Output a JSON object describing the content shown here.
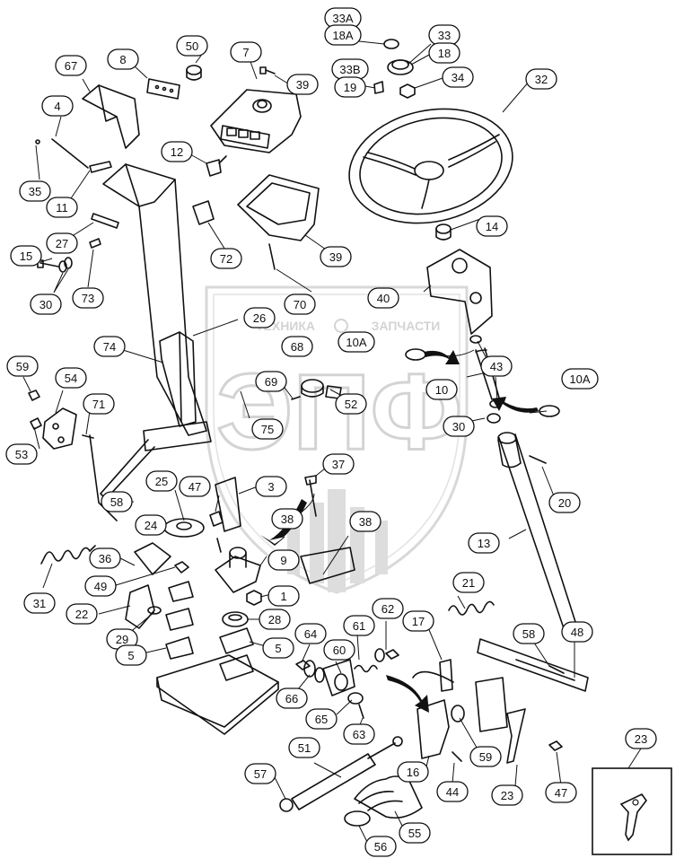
{
  "watermark": {
    "top_text_left": "ТЕХНИКА",
    "top_text_right": "ЗАПЧАСТИ",
    "logo_letters": "ЭПФ"
  },
  "callouts": [
    "33A",
    "18A",
    "33",
    "18",
    "50",
    "7",
    "8",
    "67",
    "39",
    "33B",
    "19",
    "34",
    "32",
    "4",
    "12",
    "35",
    "11",
    "27",
    "15",
    "30",
    "73",
    "72",
    "39",
    "70",
    "40",
    "14",
    "26",
    "68",
    "10A",
    "43",
    "74",
    "10A",
    "59",
    "54",
    "69",
    "10",
    "52",
    "71",
    "30",
    "75",
    "53",
    "37",
    "25",
    "47",
    "3",
    "58",
    "38",
    "20",
    "38",
    "24",
    "13",
    "36",
    "9",
    "1",
    "31",
    "49",
    "22",
    "21",
    "28",
    "62",
    "61",
    "17",
    "58",
    "48",
    "29",
    "64",
    "5",
    "5",
    "60",
    "66",
    "65",
    "63",
    "59",
    "51",
    "16",
    "23",
    "57",
    "44",
    "23",
    "47",
    "55",
    "56"
  ],
  "inset": {
    "label": "23"
  }
}
